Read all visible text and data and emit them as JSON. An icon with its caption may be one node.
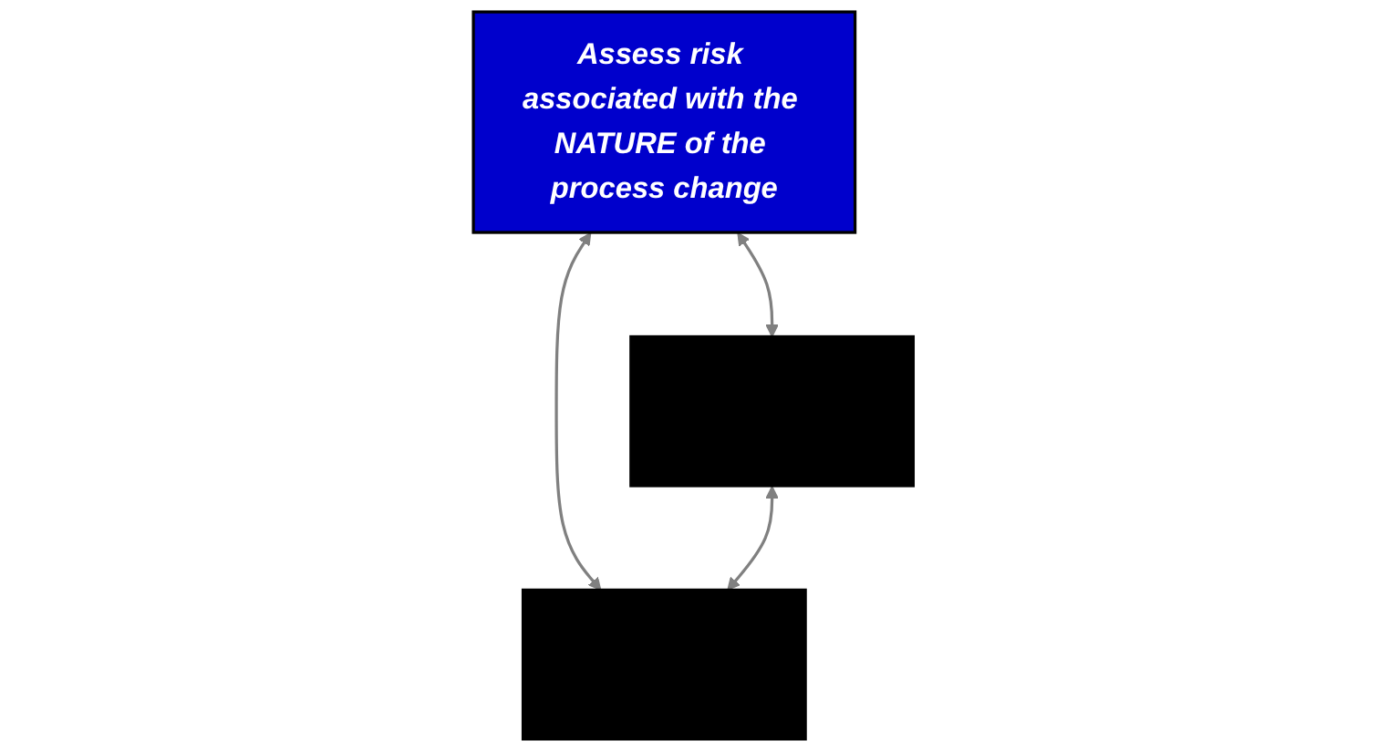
{
  "diagram": {
    "nodes": [
      {
        "text": [
          "Assess risk associated with the NATURE of the process change"
        ]
      },
      {
        "text": [],
        "shape": "box"
      },
      {
        "text": [],
        "shape": "box"
      }
    ],
    "edges": [
      {
        "from": 0,
        "to": 1,
        "arrow": "both"
      },
      {
        "from": 0,
        "to": 2,
        "arrow": "both"
      },
      {
        "from": 1,
        "to": 2,
        "arrow": "both"
      }
    ]
  }
}
